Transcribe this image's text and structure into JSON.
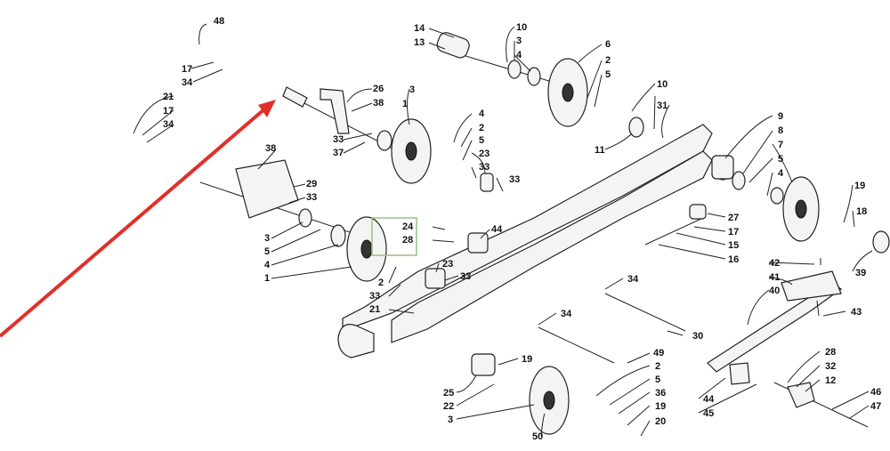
{
  "diagram": {
    "labels": {
      "l48": "48",
      "l17a": "17",
      "l34a": "34",
      "l21a": "21",
      "l17b": "17",
      "l34b": "34",
      "l26": "26",
      "l38a": "38",
      "l33a": "33",
      "l37": "37",
      "l38b": "38",
      "l29": "29",
      "l33b": "33",
      "l3a": "3",
      "l5a": "5",
      "l4a": "4",
      "l1a": "1",
      "l14": "14",
      "l13": "13",
      "l10a": "10",
      "l3b": "3",
      "l4b": "4",
      "l6": "6",
      "l2a": "2",
      "l5b": "5",
      "l10b": "10",
      "l31": "31",
      "l11": "11",
      "l3c": "3",
      "l1b": "1",
      "l4c": "4",
      "l2b": "2",
      "l5c": "5",
      "l23a": "23",
      "l33c": "33",
      "l33d": "33",
      "l24": "24",
      "l28a": "28",
      "l44a": "44",
      "l23b": "23",
      "l33e": "33",
      "l2c": "2",
      "l33f": "33",
      "l21b": "21",
      "l34c": "34",
      "l34d": "34",
      "l30": "30",
      "l9": "9",
      "l8": "8",
      "l7": "7",
      "l5d": "5",
      "l4d": "4",
      "l19a": "19",
      "l18": "18",
      "l39": "39",
      "l27": "27",
      "l17c": "17",
      "l15": "15",
      "l16": "16",
      "l42": "42",
      "l41": "41",
      "l40": "40",
      "l43": "43",
      "l49": "49",
      "l19b": "19",
      "l25": "25",
      "l22": "22",
      "l3d": "3",
      "l2d": "2",
      "l5e": "5",
      "l36": "36",
      "l19c": "19",
      "l20": "20",
      "l50": "50",
      "l28b": "28",
      "l32": "32",
      "l12": "12",
      "l46": "46",
      "l47": "47",
      "l44b": "44",
      "l45": "45"
    },
    "arrow_color": "#e0302a",
    "highlight_color": "#9bbf86"
  }
}
